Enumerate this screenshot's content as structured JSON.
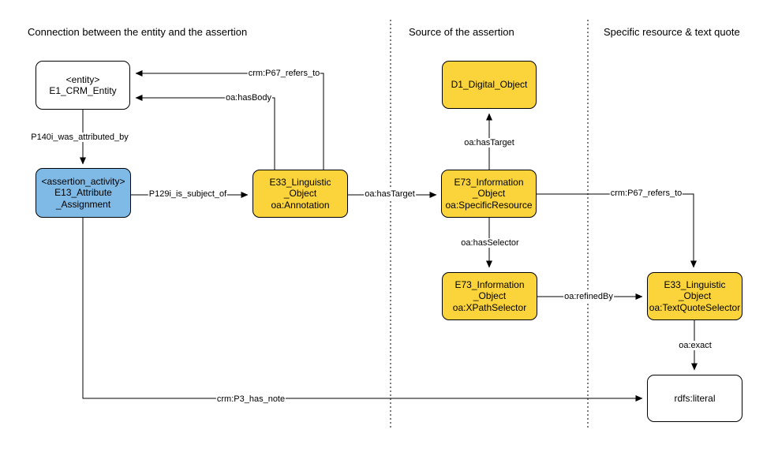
{
  "titles": {
    "section1": "Connection between the entity and the assertion",
    "section2": "Source of the assertion",
    "section3": "Specific resource & text quote"
  },
  "boxes": {
    "entity": {
      "line1": "<entity>",
      "line2": "E1_CRM_Entity"
    },
    "assertion": {
      "line1": "<assertion_activity>",
      "line2": "E13_Attribute",
      "line3": "_Assignment"
    },
    "annotation": {
      "line1": "E33_Linguistic",
      "line2": "_Object",
      "line3": "oa:Annotation"
    },
    "digital_object": {
      "line1": "D1_Digital_Object"
    },
    "specific_resource": {
      "line1": "E73_Information",
      "line2": "_Object",
      "line3": "oa:SpecificResource"
    },
    "xpath_selector": {
      "line1": "E73_Information",
      "line2": "_Object",
      "line3": "oa:XPathSelector"
    },
    "text_quote_selector": {
      "line1": "E33_Linguistic",
      "line2": "_Object",
      "line3": "oa:TextQuoteSelector"
    },
    "literal": {
      "line1": "rdfs:literal"
    }
  },
  "edges": {
    "p67_refers_to_left": "crm:P67_refers_to",
    "has_body": "oa:hasBody",
    "p140i_was_attributed_by": "P140i_was_attributed_by",
    "p129i_is_subject_of": "P129i_is_subject_of",
    "has_target_horizontal": "oa:hasTarget",
    "has_target_vertical": "oa:hasTarget",
    "has_selector": "oa:hasSelector",
    "p67_refers_to_right": "crm:P67_refers_to",
    "refined_by": "oa:refinedBy",
    "exact": "oa:exact",
    "p3_has_note": "crm:P3_has_note"
  },
  "colors": {
    "yellow": "#FBD43C",
    "blue": "#7FB9E6",
    "line": "#000000"
  }
}
